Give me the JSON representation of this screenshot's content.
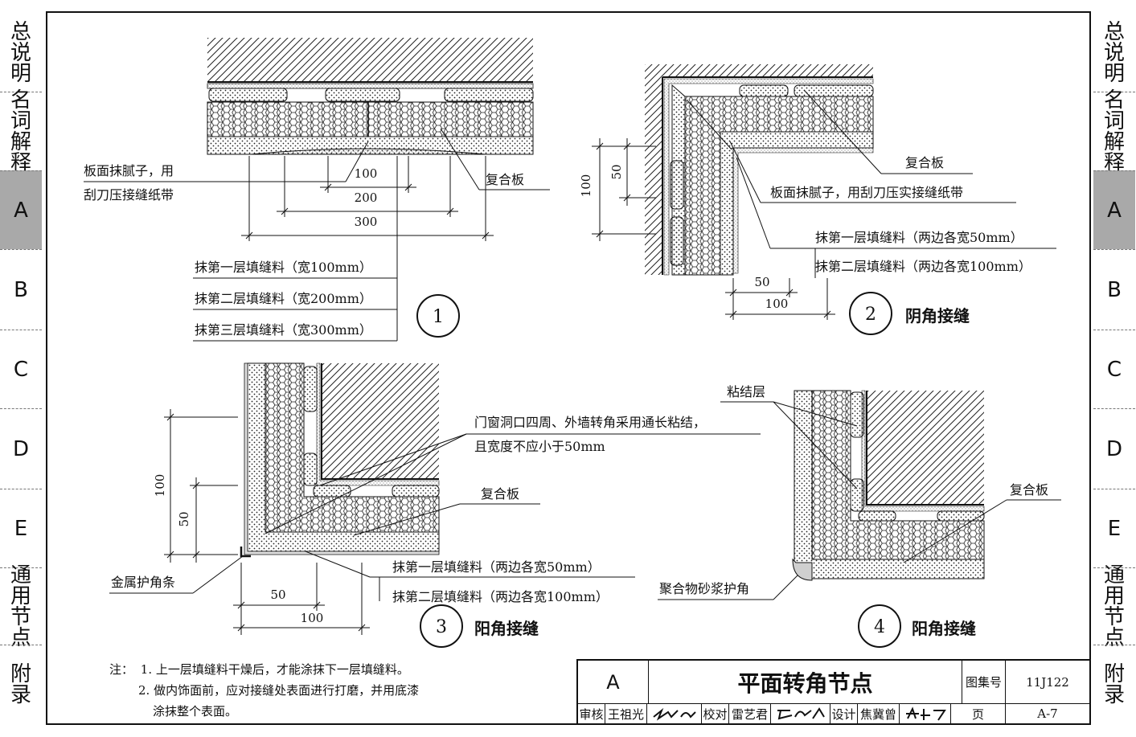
{
  "side_tabs": {
    "zongshuoming": [
      "总",
      "说",
      "明"
    ],
    "mingci": [
      "名",
      "词",
      "解",
      "释"
    ],
    "A": "A",
    "B": "B",
    "C": "C",
    "D": "D",
    "E": "E",
    "tongyong": [
      "通",
      "用",
      "节",
      "点"
    ],
    "fulu": [
      "附",
      "录"
    ],
    "active": "A",
    "active_color": "#a9a9a9"
  },
  "detail1": {
    "number": "1",
    "label_left_1": "板面抹腻子，用",
    "label_left_2": "刮刀压接缝纸带",
    "label_right": "复合板",
    "dim_100": "100",
    "dim_200": "200",
    "dim_300": "300",
    "layer1": "抹第一层填缝料（宽100mm）",
    "layer2": "抹第二层填缝料（宽200mm）",
    "layer3": "抹第三层填缝料（宽300mm）"
  },
  "detail2": {
    "number": "2",
    "title": "阴角接缝",
    "label_board": "复合板",
    "label_tape": "板面抹腻子，用刮刀压实接缝纸带",
    "layer1": "抹第一层填缝料（两边各宽50mm）",
    "layer2": "抹第二层填缝料（两边各宽100mm）",
    "dim_v_100": "100",
    "dim_v_50": "50",
    "dim_h_50": "50",
    "dim_h_100": "100"
  },
  "detail3": {
    "number": "3",
    "title": "阳角接缝",
    "note_line1": "门窗洞口四周、外墙转角采用通长粘结，",
    "note_line2": "且宽度不应小于50mm",
    "label_board": "复合板",
    "label_bead": "金属护角条",
    "layer1": "抹第一层填缝料（两边各宽50mm）",
    "layer2": "抹第二层填缝料（两边各宽100mm）",
    "dim_v_100": "100",
    "dim_v_50": "50",
    "dim_h_50": "50",
    "dim_h_100": "100"
  },
  "detail4": {
    "number": "4",
    "title": "阳角接缝",
    "label_adhesive": "粘结层",
    "label_board": "复合板",
    "label_corner": "聚合物砂浆护角"
  },
  "notes": {
    "prefix": "注：",
    "line1": "1. 上一层填缝料干燥后，才能涂抹下一层填缝料。",
    "line2": "2. 做内饰面前，应对接缝处表面进行打磨，并用底漆",
    "line3": "涂抹整个表面。"
  },
  "title_block": {
    "section": "A",
    "title": "平面转角节点",
    "atlas_label": "图集号",
    "atlas_value": "11J122",
    "review_label": "审核",
    "review_name": "王祖光",
    "check_label": "校对",
    "check_name": "雷艺君",
    "design_label": "设计",
    "design_name": "焦冀曾",
    "page_label": "页",
    "page_value": "A-7"
  }
}
